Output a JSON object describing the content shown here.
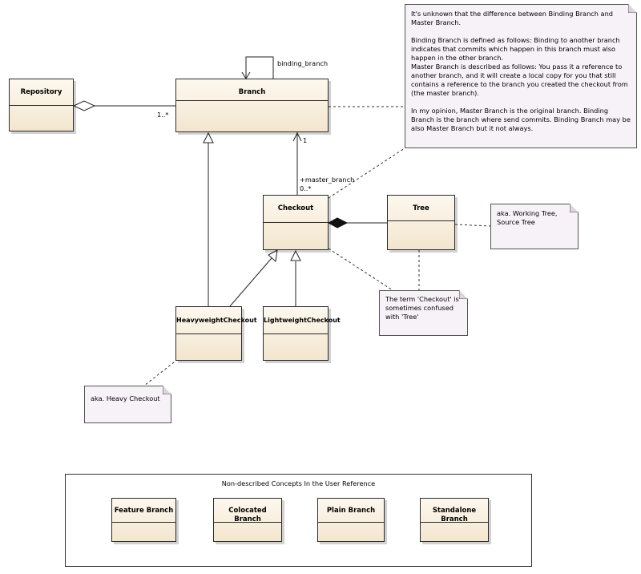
{
  "classes": {
    "repository": "Repository",
    "branch": "Branch",
    "checkout": "Checkout",
    "tree": "Tree",
    "heavyweight_checkout": "HeavyweightCheckout",
    "lightweight_checkout": "LightweightCheckout",
    "feature_branch": "Feature Branch",
    "colocated_branch": "Colocated Branch",
    "plain_branch": "Plain Branch",
    "standalone_branch": "Standalone Branch"
  },
  "labels": {
    "binding_branch": "binding_branch",
    "repo_branch_multiplicity": "1..*",
    "master_branch_role": "+master_branch",
    "master_branch_multiplicity_target": "1",
    "master_branch_multiplicity_source": "0..*"
  },
  "notes": {
    "branch_note": [
      "It's unknown that the difference between Binding Branch and Master Branch.",
      "Binding Branch is defined as follows: Binding to another branch indicates that commits which happen in this branch must also happen in the other branch.",
      "Master Branch is described as follows: You pass it a reference to another branch, and it will create a local copy for you that still contains a reference to the branch you created the checkout from (the master branch).",
      "In my opinion, Master Branch is the original branch. Binding Branch is the branch where send commits. Binding Branch may be also Master Branch but it not always."
    ],
    "tree_note": "aka. Working Tree, Source Tree",
    "checkout_note": "The term 'Checkout' is sometimes confused with 'Tree'",
    "heavy_note": "aka. Heavy Checkout"
  },
  "boundary": {
    "title": "Non-described Concepts In the User Reference"
  }
}
